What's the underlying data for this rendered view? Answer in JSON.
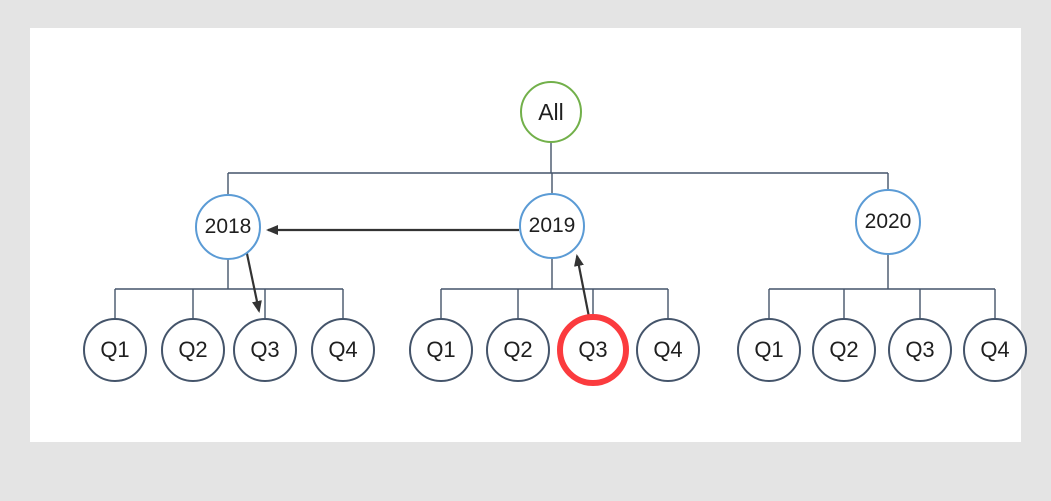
{
  "colors": {
    "page-background": "#e4e4e4",
    "canvas": "#ffffff",
    "root-stroke": "#72b04a",
    "year-stroke": "#5b9bd5",
    "quarter-stroke": "#44546a",
    "highlight-stroke": "#fb3b3e",
    "connector": "#44546a",
    "arrow": "#333333",
    "text": "#1f1f1f"
  },
  "diagram": {
    "root": {
      "label": "All"
    },
    "years": [
      {
        "label": "2018",
        "quarters": [
          {
            "label": "Q1"
          },
          {
            "label": "Q2"
          },
          {
            "label": "Q3"
          },
          {
            "label": "Q4"
          }
        ]
      },
      {
        "label": "2019",
        "quarters": [
          {
            "label": "Q1"
          },
          {
            "label": "Q2"
          },
          {
            "label": "Q3",
            "highlighted": true
          },
          {
            "label": "Q4"
          }
        ]
      },
      {
        "label": "2020",
        "quarters": [
          {
            "label": "Q1"
          },
          {
            "label": "Q2"
          },
          {
            "label": "Q3"
          },
          {
            "label": "Q4"
          }
        ]
      }
    ],
    "highlighted_node": "2019 Q3",
    "arrows": [
      {
        "from": "2019",
        "to": "2018"
      },
      {
        "from": "2018",
        "to": "2018 Q3"
      },
      {
        "from": "2019 Q3",
        "to": "2019"
      }
    ]
  }
}
